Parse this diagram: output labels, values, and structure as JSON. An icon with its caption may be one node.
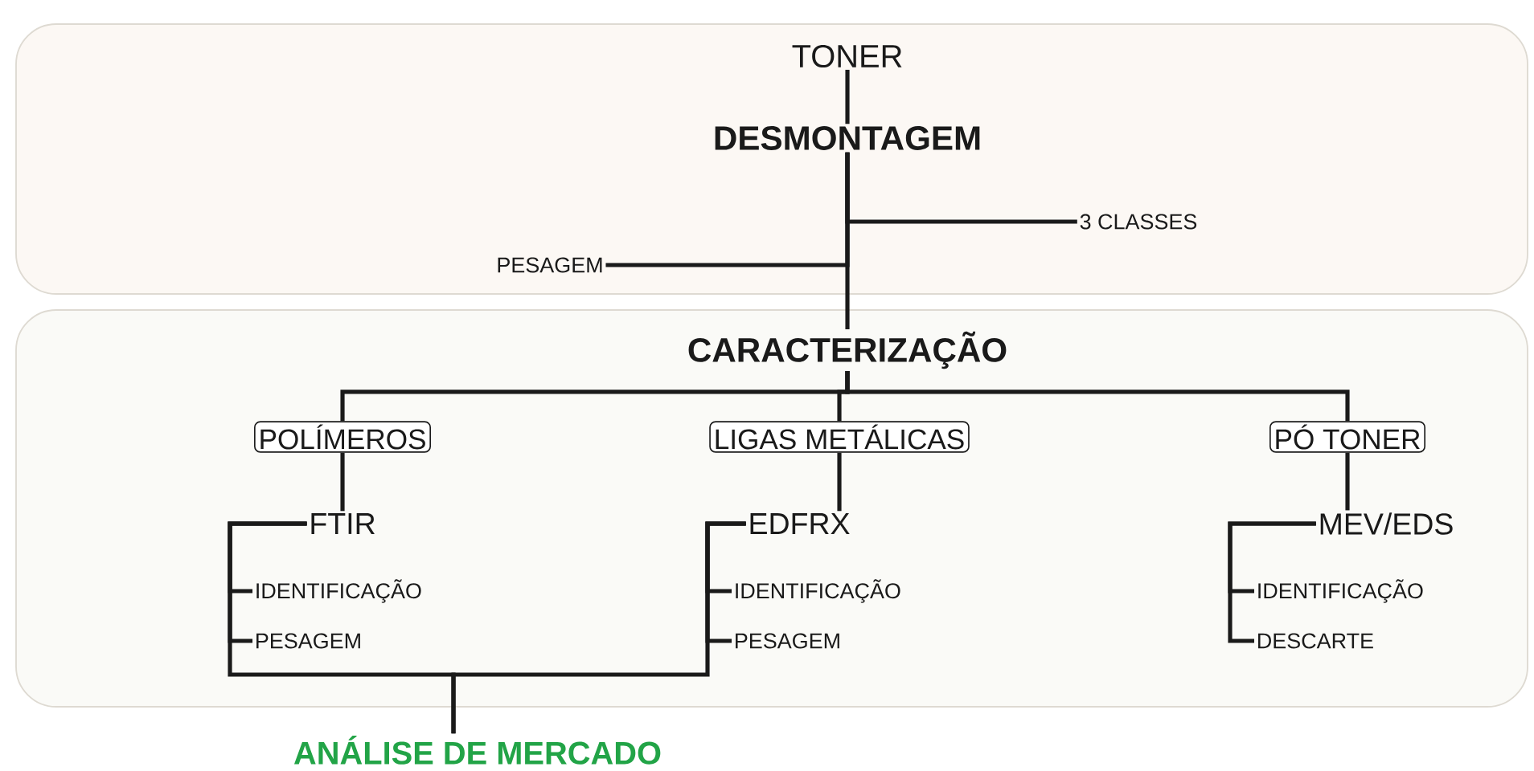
{
  "diagram": {
    "nodes": [
      {
        "text": [],
        "shape": "box"
      },
      {
        "text": [
          "TONER"
        ],
        "in": 0
      },
      {
        "text": [
          "DESMONTAGEM"
        ],
        "in": 0
      },
      {
        "text": [
          "3 CLASSES"
        ],
        "in": 0
      },
      {
        "text": [
          "PESAGEM"
        ],
        "in": 0
      },
      {
        "text": [],
        "shape": "box"
      },
      {
        "text": [
          "CARACTERIZAÇÃO"
        ],
        "in": 5
      },
      {
        "text": [
          "POLÍMEROS"
        ],
        "in": 5
      },
      {
        "text": [
          "LIGAS METÁLICAS"
        ],
        "in": 5
      },
      {
        "text": [
          "PÓ TONER"
        ],
        "in": 5
      },
      {
        "text": [
          "FTIR"
        ],
        "in": 5
      },
      {
        "text": [
          "IDENTIFICAÇÃO"
        ],
        "in": 5
      },
      {
        "text": [
          "PESAGEM"
        ],
        "in": 5
      },
      {
        "text": [
          "EDFRX"
        ],
        "in": 5
      },
      {
        "text": [
          "IDENTIFICAÇÃO"
        ],
        "in": 5
      },
      {
        "text": [
          "PESAGEM"
        ],
        "in": 5
      },
      {
        "text": [
          "MEV/EDS"
        ],
        "in": 5
      },
      {
        "text": [
          "IDENTIFICAÇÃO"
        ],
        "in": 5
      },
      {
        "text": [
          "DESCARTE"
        ],
        "in": 5
      },
      {
        "text": [
          "ANÁLISE DE MERCADO"
        ]
      }
    ],
    "edges": [
      {
        "from": 1,
        "to": 2,
        "arrow": "none"
      },
      {
        "from": 2,
        "to": 3,
        "arrow": "none"
      },
      {
        "from": 2,
        "to": 4,
        "arrow": "none"
      },
      {
        "from": 2,
        "to": 6,
        "arrow": "none"
      },
      {
        "from": 6,
        "to": 7,
        "arrow": "none"
      },
      {
        "from": 6,
        "to": 8,
        "arrow": "none"
      },
      {
        "from": 6,
        "to": 9,
        "arrow": "none"
      },
      {
        "from": 7,
        "to": 10,
        "arrow": "none"
      },
      {
        "from": 10,
        "to": 11,
        "arrow": "none"
      },
      {
        "from": 10,
        "to": 12,
        "arrow": "none"
      },
      {
        "from": 8,
        "to": 13,
        "arrow": "none"
      },
      {
        "from": 13,
        "to": 14,
        "arrow": "none"
      },
      {
        "from": 13,
        "to": 15,
        "arrow": "none"
      },
      {
        "from": 9,
        "to": 16,
        "arrow": "none"
      },
      {
        "from": 16,
        "to": 17,
        "arrow": "none"
      },
      {
        "from": 16,
        "to": 18,
        "arrow": "none"
      },
      {
        "from": 10,
        "to": 19,
        "arrow": "none"
      },
      {
        "from": 13,
        "to": 19,
        "arrow": "none"
      }
    ]
  }
}
